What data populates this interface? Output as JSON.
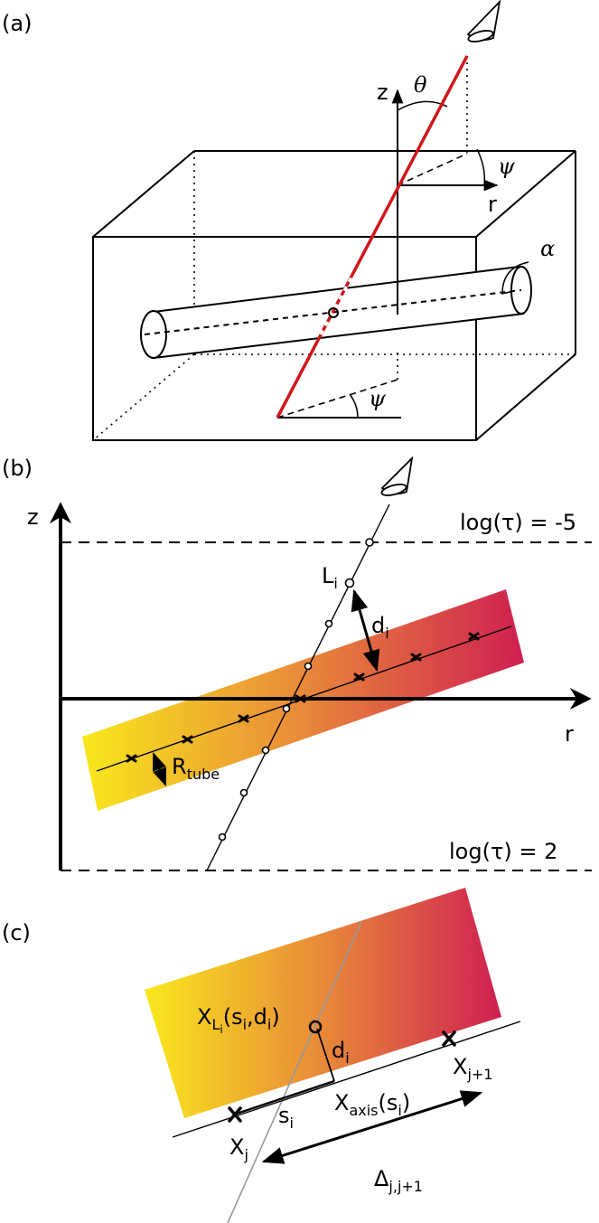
{
  "panel_a": {
    "label": "(a)",
    "axis_z": "z",
    "axis_r": "r",
    "angle_theta": "θ",
    "angle_psi_top": "ψ",
    "angle_psi_bottom": "ψ",
    "angle_alpha": "α"
  },
  "panel_b": {
    "label": "(b)",
    "axis_z": "z",
    "axis_r": "r",
    "log_tau_top": "log(τ) = -5",
    "log_tau_bottom": "log(τ) = 2",
    "L_main": "L",
    "L_sub": "i",
    "d_main": "d",
    "d_sub": "i",
    "R_main": "R",
    "R_sub": "tube"
  },
  "panel_c": {
    "label": "(c)",
    "XL_main": "X",
    "XL_sub": "L",
    "XL_subsub": "i",
    "XL_args_open": "(s",
    "XL_args_s_sub": "i",
    "XL_args_mid": ",d",
    "XL_args_d_sub": "i",
    "XL_args_close": ")",
    "d_main": "d",
    "d_sub": "i",
    "s_main": "s",
    "s_sub": "i",
    "Xj_main": "X",
    "Xj_sub": "j",
    "Xj1_main": "X",
    "Xj1_sub": "j+1",
    "Xaxis_main": "X",
    "Xaxis_sub": "axis",
    "Xaxis_args_open": "(s",
    "Xaxis_args_sub": "i",
    "Xaxis_args_close": ")",
    "Delta_main": "Δ",
    "Delta_sub": "j,j+1"
  },
  "colors": {
    "ray": "#d0161d",
    "gradient_start": "#f9e81c",
    "gradient_mid": "#e8893a",
    "gradient_end": "#cf1f51",
    "ray_grey": "#999999"
  }
}
